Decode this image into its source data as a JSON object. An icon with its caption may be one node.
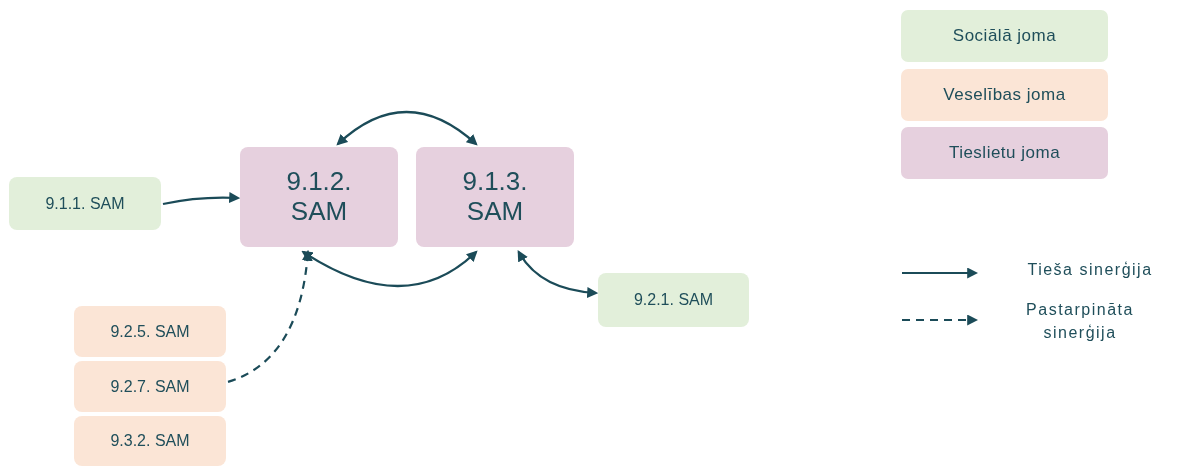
{
  "diagram": {
    "nodes": [
      {
        "text": [
          "9.1.2. SAM"
        ]
      },
      {
        "text": [
          "9.1.3. SAM"
        ]
      },
      {
        "text": [
          "9.1.1. SAM"
        ]
      },
      {
        "text": [
          "9.2.1. SAM"
        ]
      },
      {
        "text": [
          "9.2.5. SAM"
        ]
      },
      {
        "text": [
          "9.2.7. SAM"
        ]
      },
      {
        "text": [
          "9.3.2. SAM"
        ]
      }
    ],
    "edges": [
      {
        "from": 2,
        "to": 0,
        "arrow": "to"
      },
      {
        "from": 0,
        "to": 1,
        "arrow": "both"
      },
      {
        "from": 0,
        "to": 1,
        "arrow": "both"
      },
      {
        "from": 1,
        "to": 3,
        "arrow": "both"
      },
      {
        "from": 5,
        "to": 0,
        "arrow": "to",
        "style": "dashed"
      }
    ],
    "legend": [
      {
        "text": "Sociālā joma",
        "color": "#e2efda"
      },
      {
        "text": "Veselības joma",
        "color": "#fbe5d6"
      },
      {
        "text": "Tieslietu joma",
        "color": "#e6d0de"
      },
      {
        "text": "Tieša sinerģija"
      },
      {
        "text": "Pastarpināta sinerģija"
      }
    ]
  }
}
